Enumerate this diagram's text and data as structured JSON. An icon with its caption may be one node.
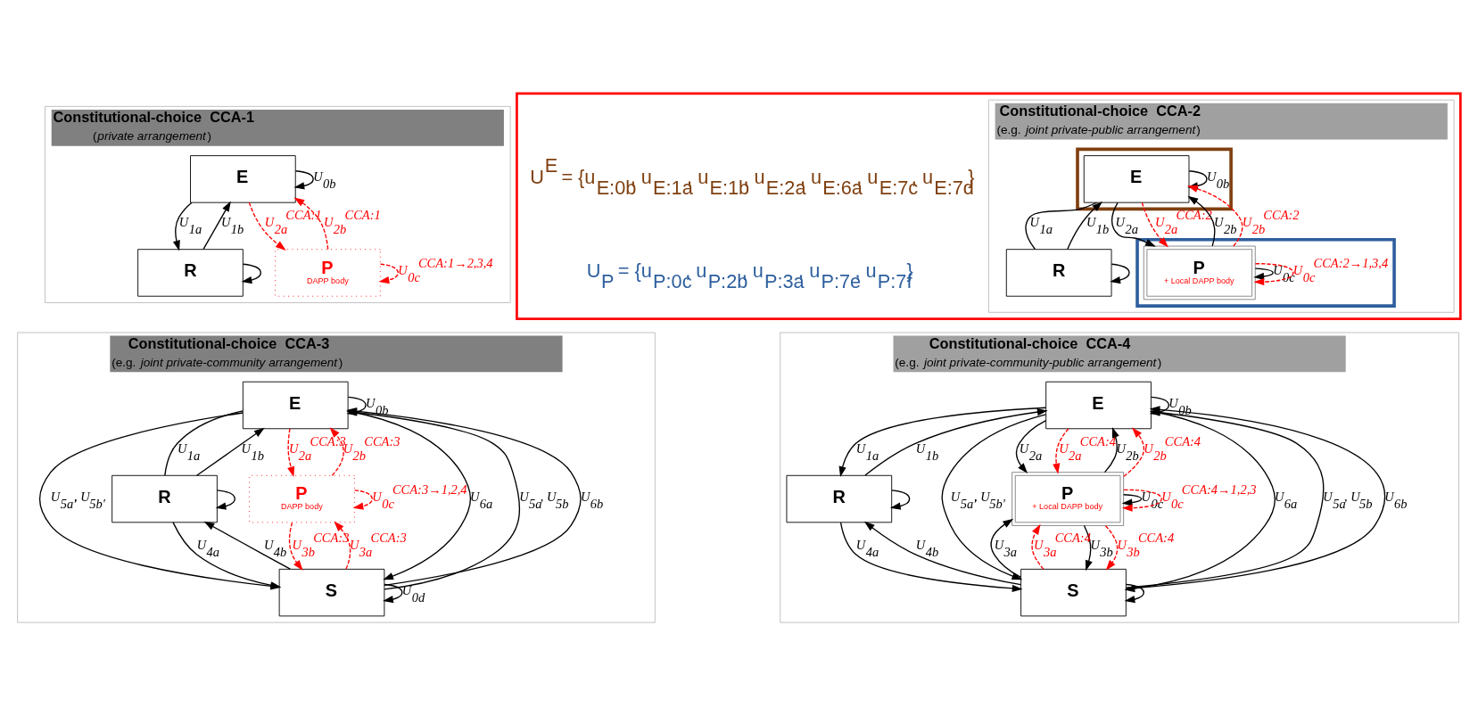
{
  "diagram": {
    "nodes": [
      {
        "text": [
          "Constitutional-choice  CCA-1",
          "(*private arrangement*)"
        ]
      },
      {
        "text": [
          "E"
        ],
        "in": 0
      },
      {
        "text": [
          "R"
        ],
        "in": 0
      },
      {
        "text": [
          "P",
          "DAPP body"
        ],
        "in": 0
      },
      {
        "text": [],
        "shape": "box"
      },
      {
        "text": [
          "Constitutional-choice  CCA-2",
          "(e.g. *joint private-public arrangement*)"
        ],
        "in": 4
      },
      {
        "text": [],
        "shape": "box",
        "in": 5
      },
      {
        "text": [
          "E"
        ],
        "in": 6
      },
      {
        "text": [
          "R"
        ],
        "in": 5
      },
      {
        "text": [],
        "shape": "box",
        "in": 5
      },
      {
        "text": [
          "P",
          "+ Local DAPP body"
        ],
        "in": 9
      },
      {
        "text": [
          "Constitutional-choice  CCA-3",
          "(e.g. *joint private-community arrangement*)"
        ]
      },
      {
        "text": [
          "E"
        ],
        "in": 11
      },
      {
        "text": [
          "R"
        ],
        "in": 11
      },
      {
        "text": [
          "P",
          "DAPP body"
        ],
        "in": 11
      },
      {
        "text": [
          "S"
        ],
        "in": 11
      },
      {
        "text": [
          "Constitutional-choice  CCA-4",
          "(e.g. *joint private-community-public arrangement*)"
        ]
      },
      {
        "text": [
          "E"
        ],
        "in": 16
      },
      {
        "text": [
          "R"
        ],
        "in": 16
      },
      {
        "text": [
          "P",
          "+ Local DAPP body"
        ],
        "in": 16
      },
      {
        "text": [
          "S"
        ],
        "in": 16
      }
    ],
    "edges": [
      {
        "from": 1,
        "to": 2,
        "arrow": "to",
        "label": "U$_{1a}$"
      },
      {
        "from": 2,
        "to": 1,
        "arrow": "to",
        "label": "U$_{1b}$"
      },
      {
        "from": 1,
        "to": 3,
        "arrow": "to",
        "label": "U$_{2a}$$^{CCA:1}$",
        "style": "dashed",
        "color": "#ff0000"
      },
      {
        "from": 3,
        "to": 1,
        "arrow": "to",
        "label": "U$_{2b}$$^{CCA:1}$",
        "style": "dashed",
        "color": "#ff0000"
      },
      {
        "from": 1,
        "to": 1,
        "arrow": "to",
        "label": "U$_{0b}$"
      },
      {
        "from": 2,
        "to": 2,
        "arrow": "to"
      },
      {
        "from": 3,
        "to": 3,
        "arrow": "to",
        "label": "U$_{0c}$$^{CCA:1→2,3,4}$",
        "style": "dashed",
        "color": "#ff0000"
      },
      {
        "from": 7,
        "to": 8,
        "arrow": "none",
        "label": "U$_{1a}$"
      },
      {
        "from": 8,
        "to": 7,
        "arrow": "to",
        "label": "U$_{1b}$"
      },
      {
        "from": 7,
        "to": 10,
        "arrow": "to",
        "label": "U$_{2a}$"
      },
      {
        "from": 10,
        "to": 7,
        "arrow": "to",
        "label": "U$_{2b}$"
      },
      {
        "from": 7,
        "to": 10,
        "arrow": "to",
        "label": "U$_{2a}$$^{CCA:2}$",
        "style": "dashed",
        "color": "#ff0000"
      },
      {
        "from": 10,
        "to": 7,
        "arrow": "to",
        "label": "U$_{2b}$$^{CCA:2}$",
        "style": "dashed",
        "color": "#ff0000"
      },
      {
        "from": 7,
        "to": 7,
        "arrow": "to",
        "label": "U$_{0b}$"
      },
      {
        "from": 8,
        "to": 8,
        "arrow": "to"
      },
      {
        "from": 10,
        "to": 10,
        "arrow": "to",
        "label": "U$_{0c}$"
      },
      {
        "from": 10,
        "to": 10,
        "arrow": "to",
        "label": "U$_{0c}$$^{CCA:2→1,3,4}$",
        "style": "dashed",
        "color": "#ff0000"
      },
      {
        "from": 12,
        "to": 13,
        "arrow": "none",
        "label": "U$_{1a}$"
      },
      {
        "from": 13,
        "to": 12,
        "arrow": "to",
        "label": "U$_{1b}$"
      },
      {
        "from": 15,
        "to": 12,
        "arrow": "to",
        "label": "U$_{5a}$, U$_{5b}$"
      },
      {
        "from": 12,
        "to": 15,
        "arrow": "to",
        "label": "U$_{5a'}$, U$_{5b'}$"
      },
      {
        "from": 12,
        "to": 15,
        "arrow": "to",
        "label": "U$_{6a}$"
      },
      {
        "from": 15,
        "to": 12,
        "arrow": "to",
        "label": "U$_{6b}$"
      },
      {
        "from": 13,
        "to": 15,
        "arrow": "to",
        "label": "U$_{4a}$"
      },
      {
        "from": 15,
        "to": 13,
        "arrow": "to",
        "label": "U$_{4b}$"
      },
      {
        "from": 12,
        "to": 14,
        "arrow": "to",
        "label": "U$_{2a}$$^{CCA:3}$",
        "style": "dashed",
        "color": "#ff0000"
      },
      {
        "from": 14,
        "to": 12,
        "arrow": "to",
        "label": "U$_{2b}$$^{CCA:3}$",
        "style": "dashed",
        "color": "#ff0000"
      },
      {
        "from": 15,
        "to": 14,
        "arrow": "to",
        "label": "U$_{3a}$$^{CCA:3}$",
        "style": "dashed",
        "color": "#ff0000"
      },
      {
        "from": 14,
        "to": 15,
        "arrow": "to",
        "label": "U$_{3b}$$^{CCA:3}$",
        "style": "dashed",
        "color": "#ff0000"
      },
      {
        "from": 12,
        "to": 12,
        "arrow": "to",
        "label": "U$_{0b}$"
      },
      {
        "from": 13,
        "to": 13,
        "arrow": "to"
      },
      {
        "from": 15,
        "to": 15,
        "arrow": "to",
        "label": "U$_{0d}$"
      },
      {
        "from": 14,
        "to": 14,
        "arrow": "to",
        "label": "U$_{0c}$$^{CCA:3→1,2,4}$",
        "style": "dashed",
        "color": "#ff0000"
      },
      {
        "from": 17,
        "to": 18,
        "arrow": "to",
        "label": "U$_{1a}$"
      },
      {
        "from": 18,
        "to": 17,
        "arrow": "to",
        "label": "U$_{1b}$"
      },
      {
        "from": 20,
        "to": 17,
        "arrow": "to",
        "label": "U$_{5a}$, U$_{5b}$"
      },
      {
        "from": 17,
        "to": 20,
        "arrow": "to",
        "label": "U$_{5a'}$, U$_{5b'}$"
      },
      {
        "from": 17,
        "to": 20,
        "arrow": "to",
        "label": "U$_{6a}$"
      },
      {
        "from": 20,
        "to": 17,
        "arrow": "to",
        "label": "U$_{6b}$"
      },
      {
        "from": 18,
        "to": 20,
        "arrow": "to",
        "label": "U$_{4a}$"
      },
      {
        "from": 20,
        "to": 18,
        "arrow": "to",
        "label": "U$_{4b}$"
      },
      {
        "from": 17,
        "to": 19,
        "arrow": "to",
        "label": "U$_{2a}$"
      },
      {
        "from": 19,
        "to": 17,
        "arrow": "to",
        "label": "U$_{2b}$"
      },
      {
        "from": 17,
        "to": 19,
        "arrow": "to",
        "label": "U$_{2a}$$^{CCA:4}$",
        "style": "dashed",
        "color": "#ff0000"
      },
      {
        "from": 19,
        "to": 17,
        "arrow": "to",
        "label": "U$_{2b}$$^{CCA:4}$",
        "style": "dashed",
        "color": "#ff0000"
      },
      {
        "from": 20,
        "to": 19,
        "arrow": "to",
        "label": "U$_{3a}$"
      },
      {
        "from": 19,
        "to": 20,
        "arrow": "to",
        "label": "U$_{3b}$"
      },
      {
        "from": 20,
        "to": 19,
        "arrow": "to",
        "label": "U$_{3a}$$^{CCA:4}$",
        "style": "dashed",
        "color": "#ff0000"
      },
      {
        "from": 19,
        "to": 20,
        "arrow": "to",
        "label": "U$_{3b}$$^{CCA:4}$",
        "style": "dashed",
        "color": "#ff0000"
      },
      {
        "from": 17,
        "to": 17,
        "arrow": "to",
        "label": "U$_{0b}$"
      },
      {
        "from": 18,
        "to": 18,
        "arrow": "to"
      },
      {
        "from": 20,
        "to": 20,
        "arrow": "to"
      },
      {
        "from": 19,
        "to": 19,
        "arrow": "to",
        "label": "U$_{0c}$"
      },
      {
        "from": 19,
        "to": 19,
        "arrow": "to",
        "label": "U$_{0c}$$^{CCA:4→1,2,3}$",
        "style": "dashed",
        "color": "#ff0000"
      }
    ],
    "labels": [
      "U$^{E}$ = {u$_{E:0b}$, u$_{E:1a}$, u$_{E:1b}$, u$_{E:2a}$, u$_{E:6a}$, u$_{E:7c}$, u$_{E:7d}$}",
      "U$_{P}$ = {u$_{P:0c}$, u$_{P:2b}$, u$_{P:3a}$, u$_{P:7e}$, u$_{P:7f}$}"
    ]
  }
}
